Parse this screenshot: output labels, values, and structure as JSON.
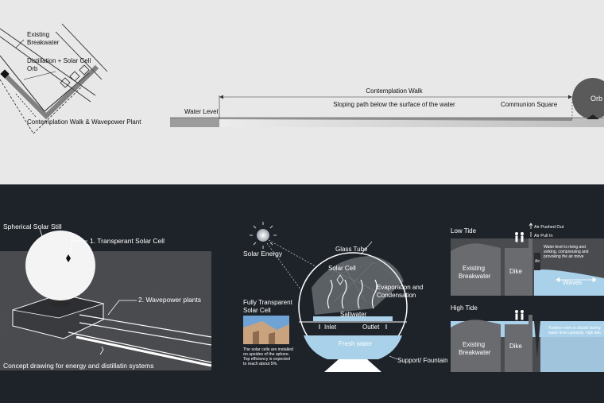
{
  "top": {
    "plan": {
      "breakwater": [
        "Existing",
        "Breakwater"
      ],
      "orb": [
        "Distillation + Solar Cell",
        "Orb"
      ],
      "walk": "Contemplation Walk & Wavepower Plant"
    },
    "section": {
      "water_level": "Water Level",
      "walk": "Contemplation Walk",
      "slope": "Sloping path below the surface of the water",
      "square": "Communion Square",
      "orb": "Orb"
    }
  },
  "concept": {
    "still": "Spherical Solar Still",
    "cell": "1. Transperant Solar Cell",
    "wave": "2. Wavepower plants",
    "caption": "Concept drawing for energy and distillatin systems"
  },
  "still": {
    "solar_energy": "Solar Energy",
    "glass_tube": "Glass Tube",
    "solar_cell": "Solar Cell",
    "evaporation": [
      "Evaporation and",
      "Condensation"
    ],
    "saltwater": "Saltwater",
    "inlet": "Inlet",
    "outlet": "Outlet",
    "fresh": "Fresh water",
    "support": "Support/ Fountain",
    "fts_title": [
      "Fully Transparent",
      "Solar Cell"
    ],
    "fts_note": [
      "The solar cells are installed",
      "on upsides of the sphere.",
      "Top efficiency is expected",
      "to reach about 5%."
    ]
  },
  "tides": {
    "low": "Low Tide",
    "high": "High Tide",
    "breakwater": [
      "Existing",
      "Breakwater"
    ],
    "dike": "Dike",
    "air_out": "Air Pushed Out",
    "air_in": "Air Pull In",
    "air": "Air",
    "low_note": [
      "Water level is rising and",
      "sinking, compressing and",
      "provoking the air move"
    ],
    "waves": "Waves",
    "high_note": [
      "Turbine room is closed during",
      "water level upwards, high tide."
    ]
  },
  "colors": {
    "top_bg": "#e8e8e8",
    "bottom_bg": "#1e2329",
    "panel": "#4a4b4f",
    "water": "#a9d1ea"
  }
}
